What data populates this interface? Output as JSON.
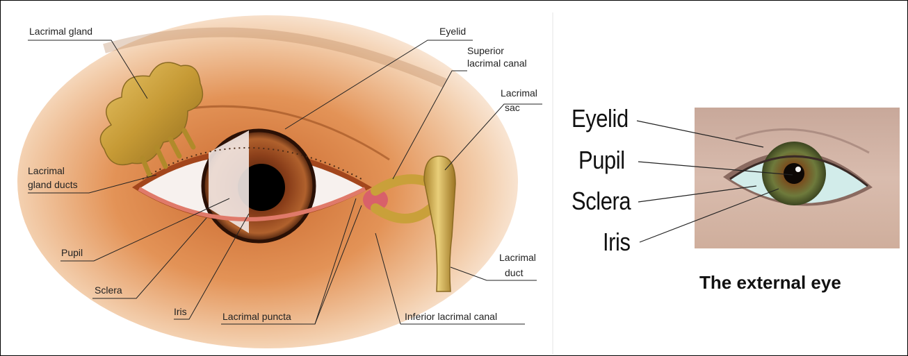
{
  "anatomy": {
    "labels": {
      "lacrimal_gland": "Lacrimal gland",
      "eyelid": "Eyelid",
      "superior_canal_1": "Superior",
      "superior_canal_2": "lacrimal canal",
      "lacrimal_sac_1": "Lacrimal",
      "lacrimal_sac_2": "sac",
      "gland_ducts_1": "Lacrimal",
      "gland_ducts_2": "gland ducts",
      "pupil": "Pupil",
      "sclera": "Sclera",
      "iris": "Iris",
      "lacrimal_puncta": "Lacrimal puncta",
      "inferior_canal": "Inferior lacrimal canal",
      "lacrimal_duct_1": "Lacrimal",
      "lacrimal_duct_2": "duct"
    }
  },
  "external_eye": {
    "labels": {
      "eyelid": "Eyelid",
      "pupil": "Pupil",
      "sclera": "Sclera",
      "iris": "Iris"
    },
    "caption": "The external eye"
  },
  "colors": {
    "skin_outer": "#f7e7d5",
    "skin_inner": "#d9803c",
    "gland_gold": "#c9a03a",
    "iris_brown": "#8a3f19",
    "sclera_white": "#f7f1ee",
    "photo_iris": "#6f7a3a",
    "photo_sclera": "#d2ecea"
  }
}
